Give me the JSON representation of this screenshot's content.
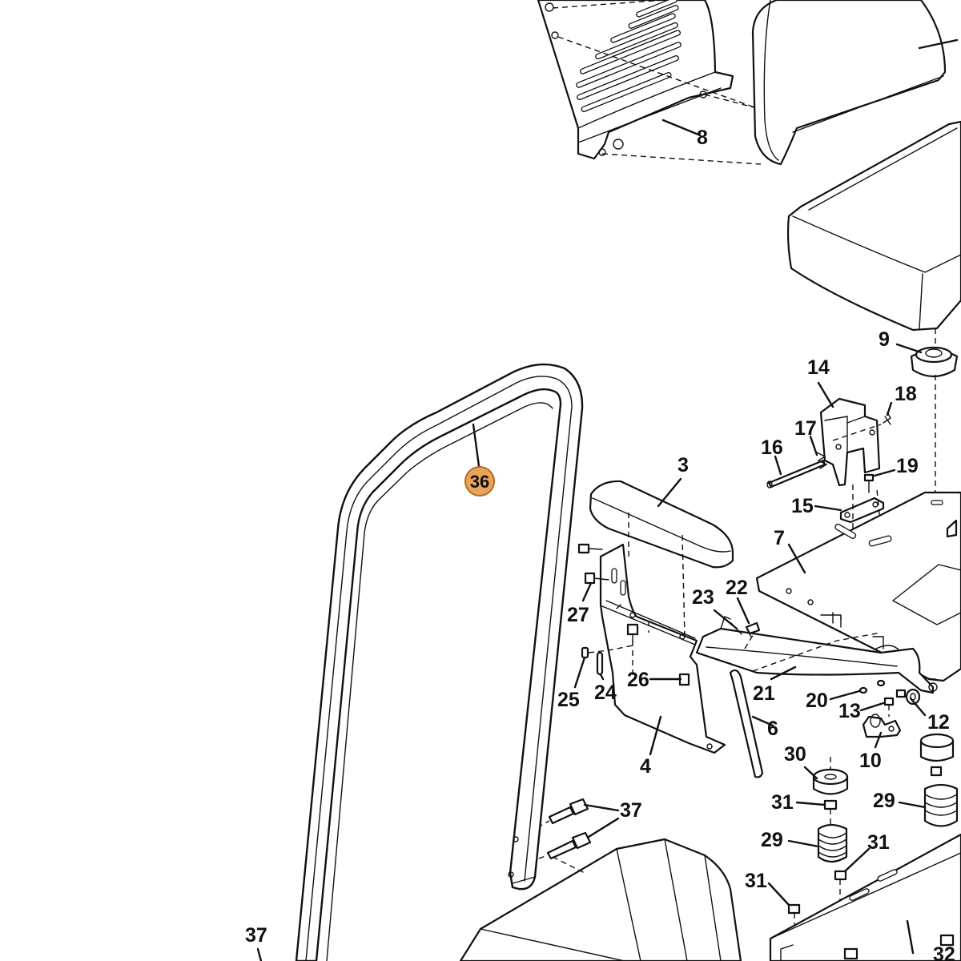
{
  "highlight_color": "#e8a45c",
  "highlight_stroke": "#b86a1e",
  "highlighted_part": "36",
  "callouts": {
    "c3": "3",
    "c4": "4",
    "c6": "6",
    "c7": "7",
    "c8": "8",
    "c9": "9",
    "c10": "10",
    "c12": "12",
    "c13": "13",
    "c14": "14",
    "c15": "15",
    "c16": "16",
    "c17": "17",
    "c18": "18",
    "c19": "19",
    "c20": "20",
    "c21": "21",
    "c22": "22",
    "c23": "23",
    "c24": "24",
    "c25": "25",
    "c26": "26",
    "c27": "27",
    "c29a": "29",
    "c29b": "29",
    "c30": "30",
    "c31a": "31",
    "c31b": "31",
    "c31c": "31",
    "c32": "32",
    "c36": "36",
    "c37a": "37",
    "c37b": "37"
  }
}
